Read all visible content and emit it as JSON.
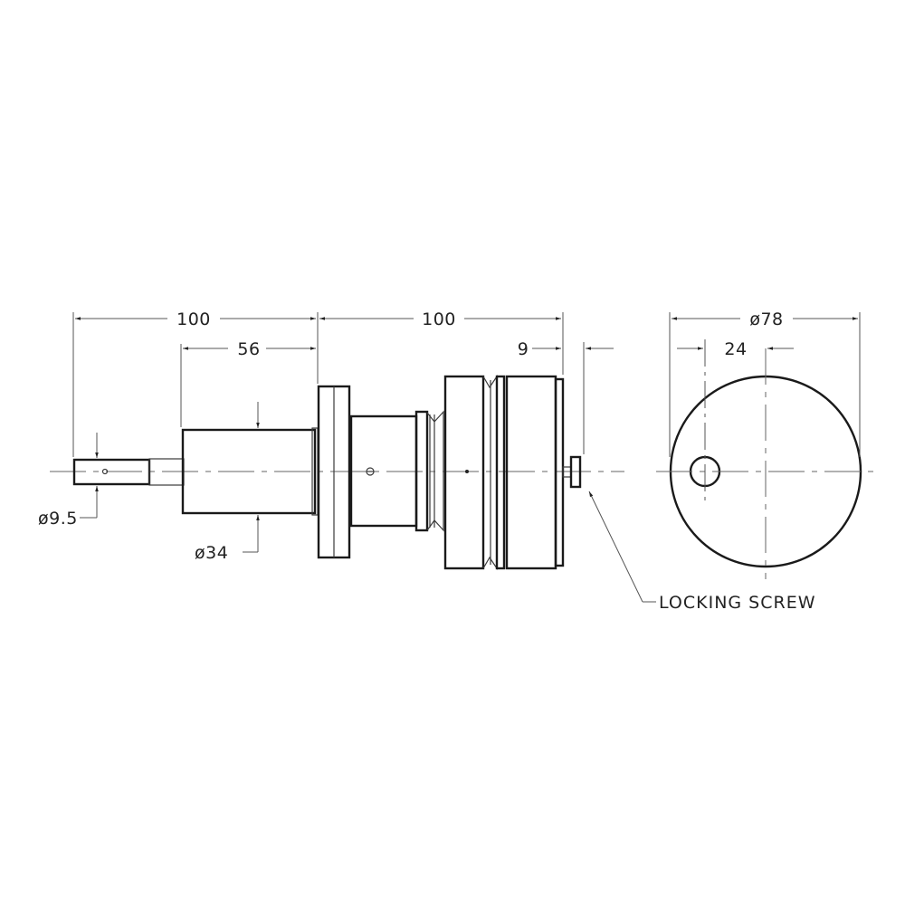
{
  "drawing": {
    "title": "Shaft coupling assembly technical drawing",
    "colors": {
      "line": "#1a1a1a",
      "dimension": "#555555",
      "background": "#ffffff"
    }
  },
  "dimensions": {
    "overall_left": "100",
    "overall_right": "100",
    "shaft_length": "56",
    "end_offset": "9",
    "shaft_small_diameter": "ø9.5",
    "shaft_large_diameter": "ø34",
    "face_diameter": "ø78",
    "hole_offset": "24"
  },
  "annotations": {
    "locking_screw": "LOCKING SCREW"
  }
}
